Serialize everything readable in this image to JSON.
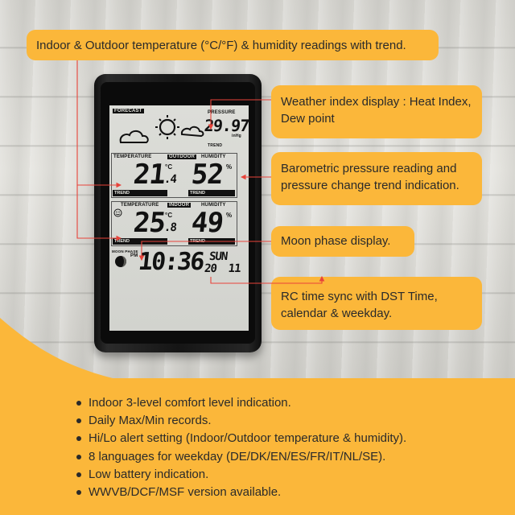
{
  "callouts": {
    "c1": "Indoor & Outdoor temperature (°C/°F) & humidity readings with trend.",
    "c2": "Weather index display : Heat Index, Dew point",
    "c3": "Barometric pressure reading and pressure change trend indication.",
    "c4": "Moon phase display.",
    "c5": "RC time sync with DST Time, calendar & weekday."
  },
  "features": [
    "Indoor 3-level comfort level indication.",
    "Daily Max/Min records.",
    "Hi/Lo alert setting (Indoor/Outdoor temperature & humidity).",
    "8 languages for weekday (DE/DK/EN/ES/FR/IT/NL/SE).",
    "Low battery indication.",
    "WWVB/DCF/MSF version available."
  ],
  "lcd": {
    "forecast": "FORECAST",
    "pressure_label": "PRESSURE",
    "pressure_value": "29.97",
    "pressure_unit": "inHg",
    "trend": "TREND",
    "temperature_label": "TEMPERATURE",
    "outdoor_label": "OUTDOOR",
    "humidity_label": "HUMIDITY",
    "outdoor_temp_main": "21",
    "outdoor_temp_dec": ".4",
    "outdoor_humidity": "52",
    "temp_unit": "°C",
    "humidity_unit": "%",
    "indoor_label": "INDOOR",
    "indoor_temp_main": "25",
    "indoor_temp_dec": ".8",
    "indoor_humidity": "49",
    "moon_phase": "MOON PHASE",
    "pm": "PM",
    "time": "10:36",
    "weekday": "SUN",
    "date": "20  11"
  },
  "colors": {
    "accent": "#fbb73a",
    "arrow": "#e8433a"
  }
}
